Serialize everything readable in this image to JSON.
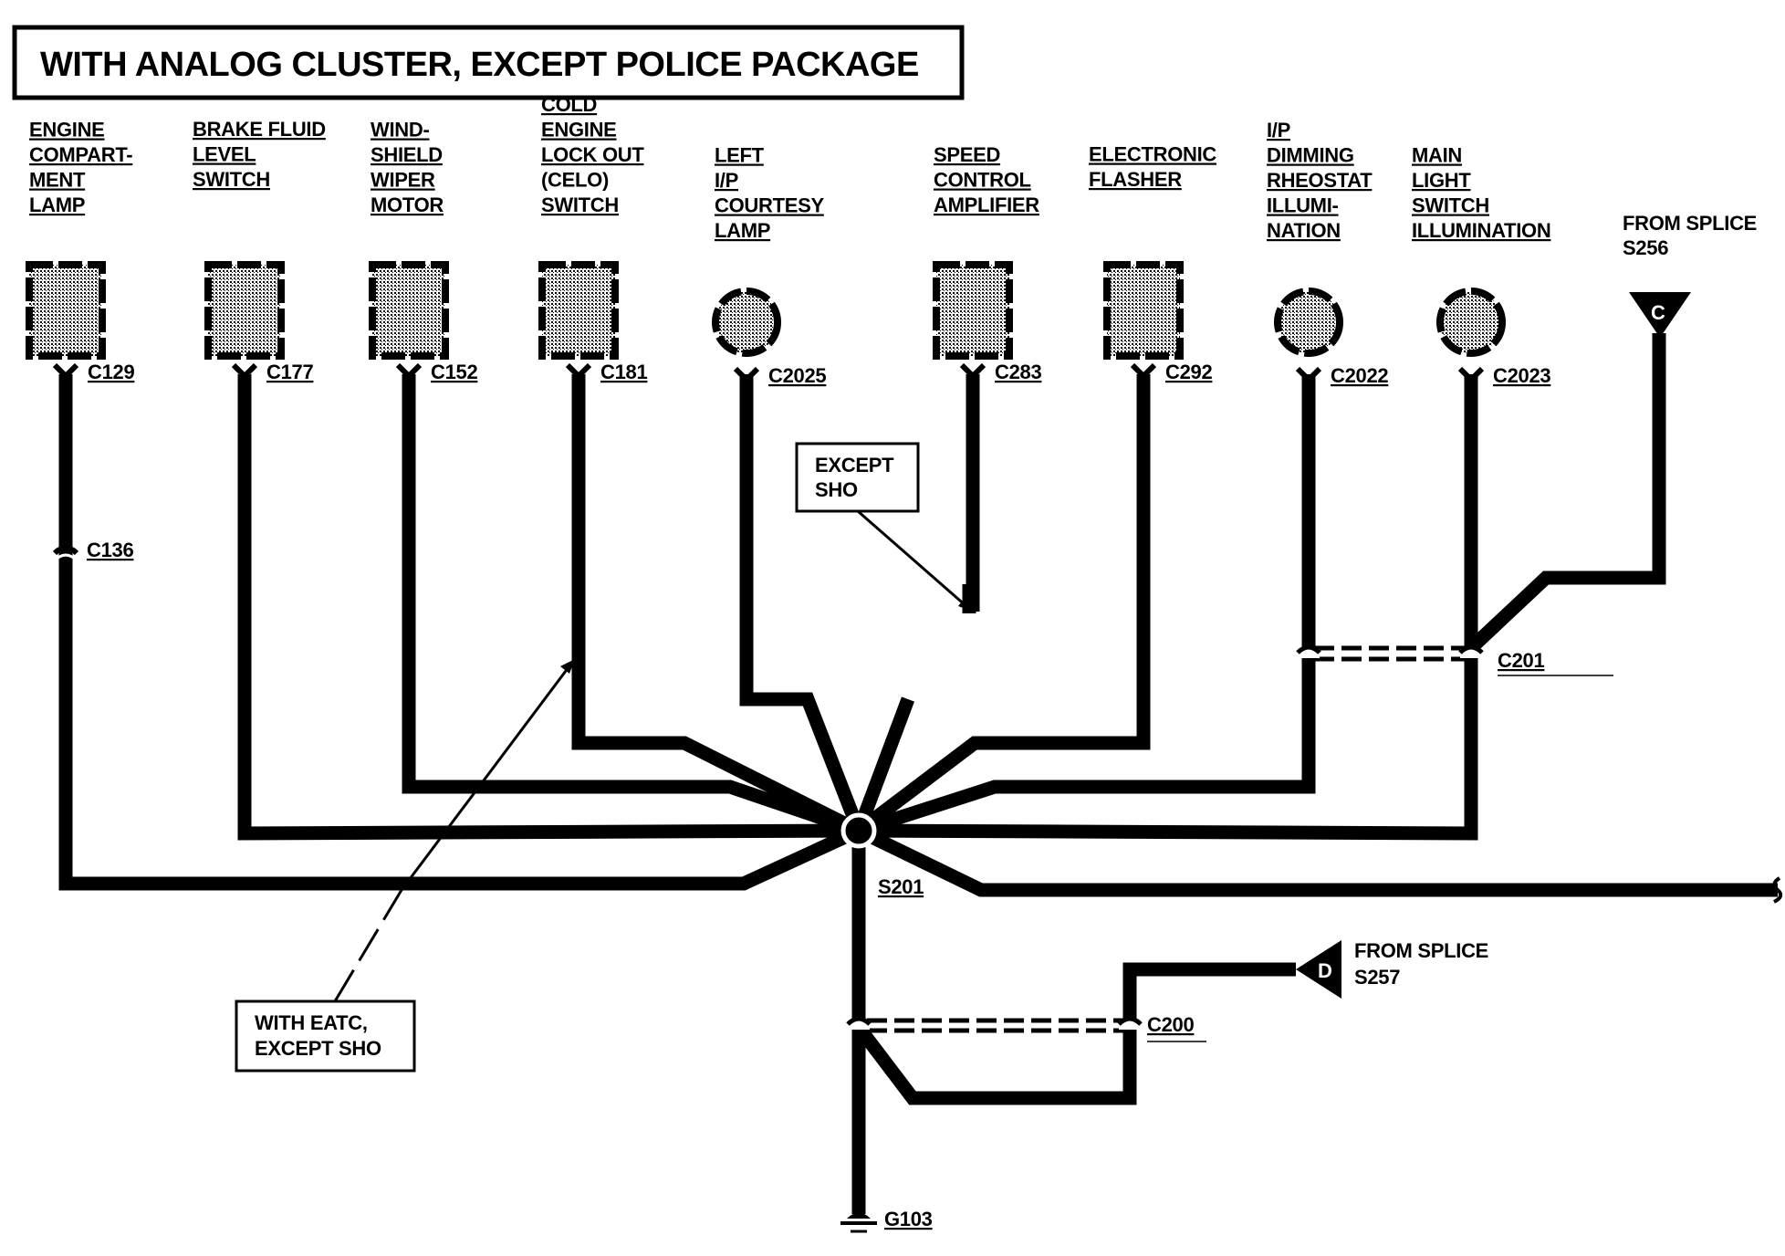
{
  "title": "WITH ANALOG CLUSTER, EXCEPT POLICE PACKAGE",
  "components": [
    {
      "lines": [
        "ENGINE",
        "COMPART-",
        "MENT",
        "LAMP"
      ],
      "connector": "C129",
      "shape": "rect",
      "underlined": [
        true,
        true,
        true,
        true
      ]
    },
    {
      "lines": [
        "BRAKE FLUID",
        "LEVEL",
        "SWITCH"
      ],
      "connector": "C177",
      "shape": "rect",
      "underlined": [
        true,
        true,
        true
      ]
    },
    {
      "lines": [
        "WIND-",
        "SHIELD",
        "WIPER",
        "MOTOR"
      ],
      "connector": "C152",
      "shape": "rect",
      "underlined": [
        true,
        true,
        true,
        true
      ]
    },
    {
      "lines": [
        "COLD",
        "ENGINE",
        "LOCK OUT",
        "(CELO)",
        "SWITCH"
      ],
      "connector": "C181",
      "shape": "rect",
      "underlined": [
        true,
        true,
        true,
        false,
        true
      ]
    },
    {
      "lines": [
        "LEFT",
        "I/P",
        "COURTESY",
        "LAMP"
      ],
      "connector": "C2025",
      "shape": "circle",
      "underlined": [
        true,
        true,
        true,
        true
      ]
    },
    {
      "lines": [
        "SPEED",
        "CONTROL",
        "AMPLIFIER"
      ],
      "connector": "C283",
      "shape": "rect",
      "underlined": [
        true,
        true,
        true
      ]
    },
    {
      "lines": [
        "ELECTRONIC",
        "FLASHER"
      ],
      "connector": "C292",
      "shape": "rect",
      "underlined": [
        true,
        true
      ]
    },
    {
      "lines": [
        "I/P",
        "DIMMING",
        "RHEOSTAT",
        "ILLUMI-",
        "NATION"
      ],
      "connector": "C2022",
      "shape": "circle",
      "underlined": [
        true,
        true,
        true,
        true,
        true
      ]
    },
    {
      "lines": [
        "MAIN",
        "LIGHT",
        "SWITCH",
        "ILLUMINATION"
      ],
      "connector": "C2023",
      "shape": "circle",
      "underlined": [
        true,
        true,
        true,
        true
      ]
    }
  ],
  "splice_from_top": {
    "lines": [
      "FROM SPLICE",
      "S256"
    ],
    "letter": "C"
  },
  "splice_from_right": {
    "lines": [
      "FROM SPLICE",
      "S257"
    ],
    "letter": "D"
  },
  "inline_connectors": {
    "c136": "C136",
    "c201": "C201",
    "c200": "C200"
  },
  "splice_center": "S201",
  "ground": "G103",
  "callouts": {
    "except_sho": [
      "EXCEPT",
      "SHO"
    ],
    "with_eatc": [
      "WITH EATC,",
      "EXCEPT SHO"
    ]
  }
}
